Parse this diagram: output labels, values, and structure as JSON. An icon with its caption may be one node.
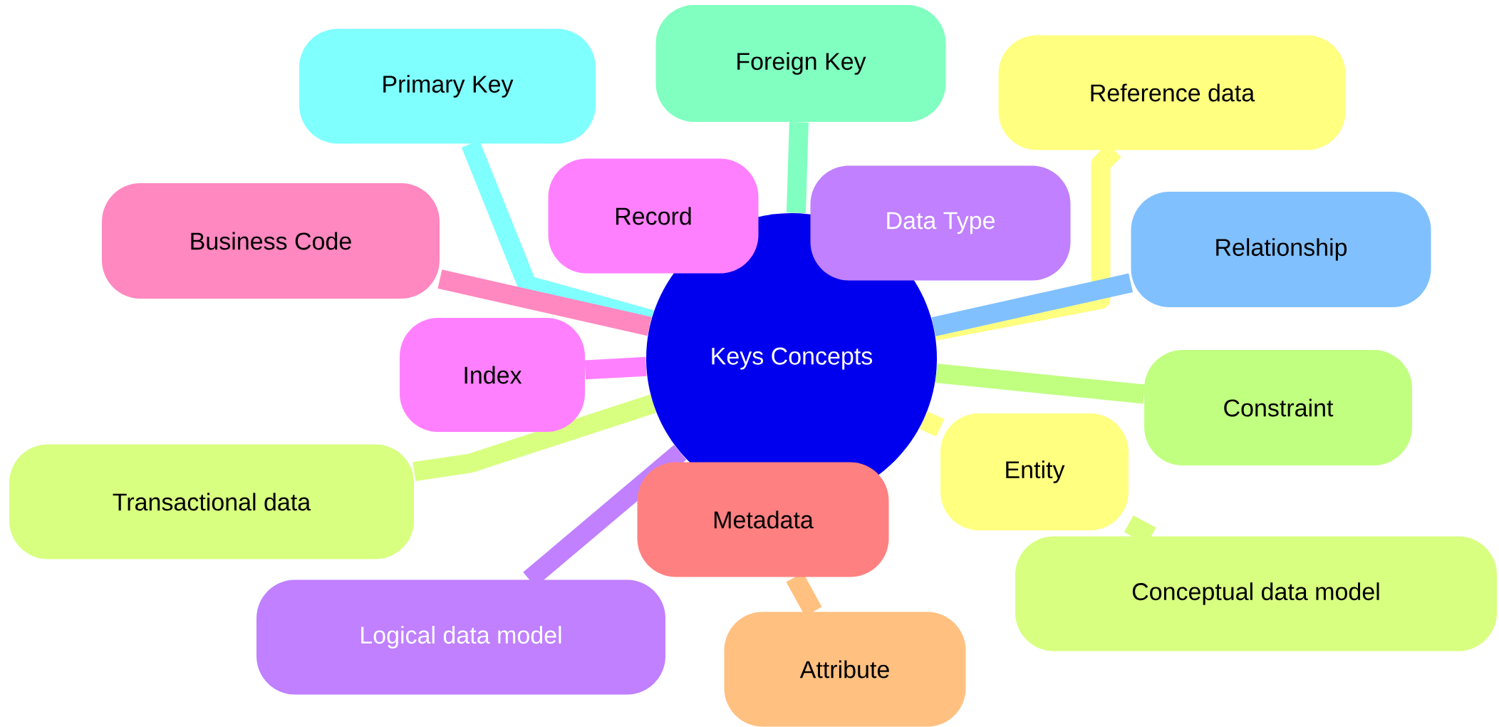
{
  "diagram": {
    "nodes": [
      {
        "text": [
          "Keys Concepts"
        ]
      },
      {
        "text": [
          "Primary Key"
        ]
      },
      {
        "text": [
          "Foreign Key"
        ]
      },
      {
        "text": [
          "Reference data"
        ]
      },
      {
        "text": [
          "Record"
        ]
      },
      {
        "text": [
          "Data Type"
        ]
      },
      {
        "text": [
          "Business Code"
        ]
      },
      {
        "text": [
          "Relationship"
        ]
      },
      {
        "text": [
          "Index"
        ]
      },
      {
        "text": [
          "Constraint"
        ]
      },
      {
        "text": [
          "Entity"
        ]
      },
      {
        "text": [
          "Transactional data"
        ]
      },
      {
        "text": [
          "Metadata"
        ]
      },
      {
        "text": [
          "Conceptual data model"
        ]
      },
      {
        "text": [
          "Logical data model"
        ]
      },
      {
        "text": [
          "Attribute"
        ]
      }
    ],
    "edges": [
      {
        "from": 0,
        "to": 1,
        "arrow": "none",
        "color": "#80ffff"
      },
      {
        "from": 0,
        "to": 2,
        "arrow": "none",
        "color": "#80ffc0"
      },
      {
        "from": 0,
        "to": 3,
        "arrow": "none",
        "color": "#ffff80"
      },
      {
        "from": 0,
        "to": 6,
        "arrow": "none",
        "color": "#ff88c0"
      },
      {
        "from": 0,
        "to": 7,
        "arrow": "none",
        "color": "#80c0ff"
      },
      {
        "from": 0,
        "to": 8,
        "arrow": "none",
        "color": "#ff80ff"
      },
      {
        "from": 0,
        "to": 9,
        "arrow": "none",
        "color": "#c0ff80"
      },
      {
        "from": 0,
        "to": 10,
        "arrow": "none",
        "color": "#ffff80"
      },
      {
        "from": 0,
        "to": 11,
        "arrow": "none",
        "color": "#d8ff80"
      },
      {
        "from": 10,
        "to": 13,
        "arrow": "none",
        "color": "#d8ff80"
      },
      {
        "from": 0,
        "to": 14,
        "arrow": "none",
        "color": "#c080ff"
      },
      {
        "from": 12,
        "to": 15,
        "arrow": "none",
        "color": "#ffc080"
      }
    ]
  }
}
